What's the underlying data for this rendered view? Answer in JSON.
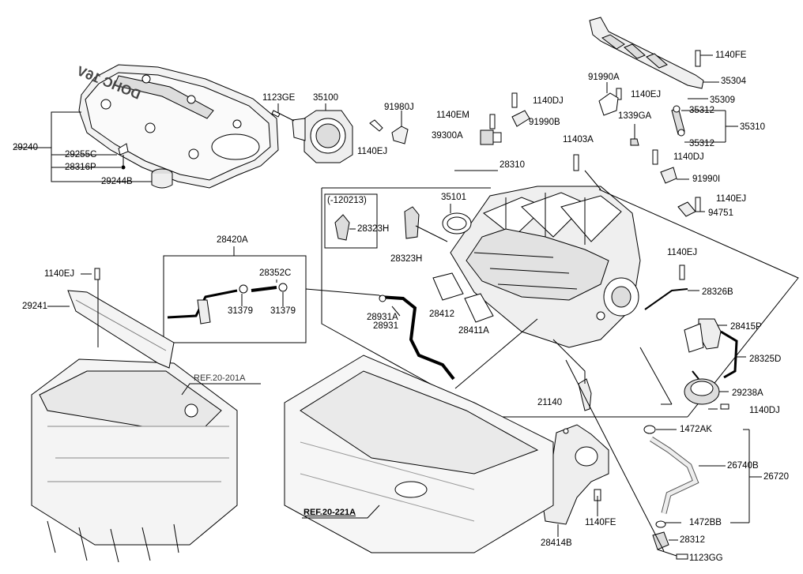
{
  "labels": {
    "p29240": "29240",
    "p29255C": "29255C",
    "p28316P": "28316P",
    "p29244B": "29244B",
    "p1123GE": "1123GE",
    "p35100": "35100",
    "p91980J": "91980J",
    "p1140EM": "1140EM",
    "p1140DJ_a": "1140DJ",
    "p91990B": "91990B",
    "p91990A": "91990A",
    "p1140EJ_a": "1140EJ",
    "p1140FE_a": "1140FE",
    "p35304": "35304",
    "p35309": "35309",
    "p35312_a": "35312",
    "p35310": "35310",
    "p35312_b": "35312",
    "p1339GA": "1339GA",
    "p39300A": "39300A",
    "p1140EJ_b": "1140EJ",
    "p11403A": "11403A",
    "p28310": "28310",
    "p1140DJ_b": "1140DJ",
    "p91990I": "91990I",
    "p1140EJ_c": "1140EJ",
    "p94751": "94751",
    "p120213": "(-120213)",
    "p28323H_a": "28323H",
    "p35101": "35101",
    "p28323H_b": "28323H",
    "p28420A": "28420A",
    "p28352C": "28352C",
    "p1140EJ_d": "1140EJ",
    "p29241": "29241",
    "p31379_a": "31379",
    "p31379_b": "31379",
    "p28931A": "28931A",
    "p28931": "28931",
    "p28412": "28412",
    "p28411A": "28411A",
    "p1140EJ_e": "1140EJ",
    "p28326B": "28326B",
    "p28415P": "28415P",
    "p28325D": "28325D",
    "p29238A": "29238A",
    "p1140DJ_c": "1140DJ",
    "p21140": "21140",
    "pREF20201A": "REF.20-201A",
    "p1472AK": "1472AK",
    "p26740B": "26740B",
    "p26720": "26720",
    "p1472BB": "1472BB",
    "p28312": "28312",
    "p1123GG": "1123GG",
    "p1140FE_b": "1140FE",
    "p28414B": "28414B",
    "pREF20221A": "REF.20-221A"
  },
  "cover_text": "DOHC 16V"
}
